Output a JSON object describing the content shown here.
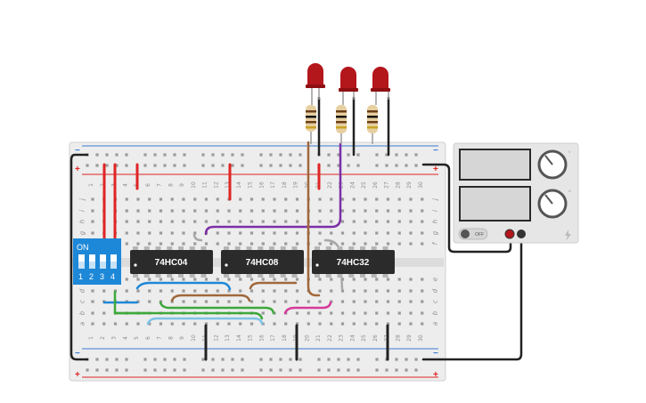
{
  "breadboard": {
    "column_numbers": [
      "1",
      "2",
      "3",
      "4",
      "5",
      "6",
      "7",
      "8",
      "9",
      "10",
      "11",
      "12",
      "13",
      "14",
      "15",
      "16",
      "17",
      "18",
      "19",
      "20",
      "21",
      "22",
      "23",
      "24",
      "25",
      "26",
      "27",
      "28",
      "29",
      "30"
    ],
    "top_row_letters": [
      "j",
      "i",
      "h",
      "g",
      "f"
    ],
    "bottom_row_letters": [
      "e",
      "d",
      "c",
      "b",
      "a"
    ],
    "rail_plus": "+",
    "rail_minus": "−"
  },
  "dip_switch": {
    "on_label": "ON",
    "switch_numbers": [
      "1",
      "2",
      "3",
      "4"
    ],
    "states": [
      true,
      true,
      true,
      true
    ]
  },
  "chips": [
    {
      "label": "74HC04"
    },
    {
      "label": "74HC08"
    },
    {
      "label": "74HC32"
    }
  ],
  "leds": [
    {
      "color": "red",
      "state": "off"
    },
    {
      "color": "red",
      "state": "off"
    },
    {
      "color": "red",
      "state": "off"
    }
  ],
  "power_supply": {
    "switch_label": "OFF",
    "knob_labels": [
      "V",
      "A"
    ],
    "switch_on": false
  },
  "colors": {
    "board": "#ededed",
    "board_border": "#cfcfcf",
    "rail_red": "#e02424",
    "rail_blue": "#3b7bd4",
    "wire_red": "#e02424",
    "wire_black": "#222222",
    "wire_purple": "#7b2fa8",
    "wire_brown": "#a0673a",
    "wire_gray": "#a8a8a8",
    "wire_blue": "#1e88d8",
    "wire_green": "#3da83a",
    "wire_lightblue": "#7ec3e8",
    "wire_magenta": "#d63b9a",
    "chip_body": "#2b2b2b",
    "dip_body": "#1e88d8",
    "led_body": "#b3161b"
  }
}
